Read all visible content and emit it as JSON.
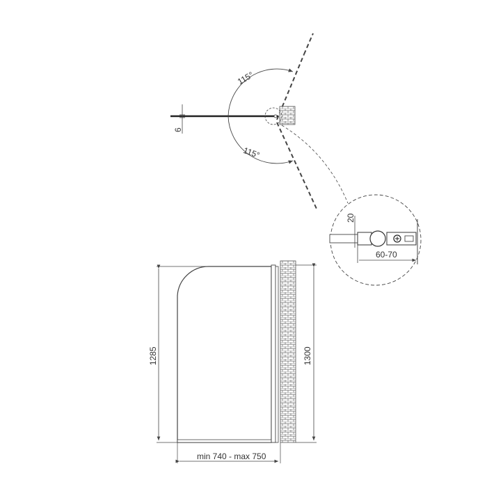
{
  "plan_view": {
    "angle_top": "115°",
    "angle_bottom": "115°",
    "glass_thickness": "6"
  },
  "detail_view": {
    "bracket_height": "20",
    "bracket_width": "60-70"
  },
  "elevation_view": {
    "glass_height": "1285",
    "overall_height": "1300",
    "width_range": "min 740 - max 750"
  },
  "colors": {
    "line": "#444444",
    "text": "#333333",
    "background": "#ffffff"
  }
}
